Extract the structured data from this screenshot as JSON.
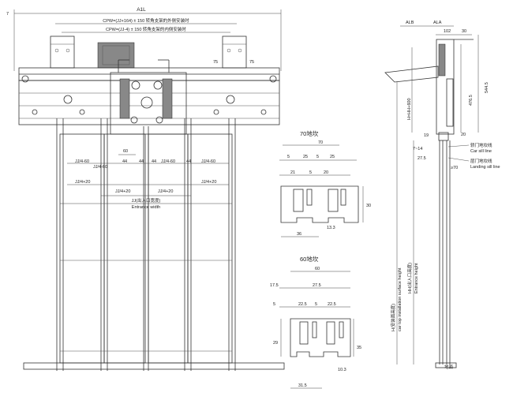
{
  "corner_mark": "7",
  "front_view": {
    "overall_dim": "A1L",
    "cpw_outer": "CPW=(JJ+164) ± 150 转角支架的外侧安装时",
    "cpw_inner": "CPW=(JJ-4) ± 150 转角支架的内侧安装时",
    "dim_75a": "75",
    "dim_75b": "75",
    "dim_60": "60",
    "dim_44a": "44",
    "dim_44b": "44",
    "dim_44c": "44",
    "dim_44d": "44",
    "seg_left1": "JJ/4-60",
    "seg_left2": "JJ/4-60",
    "seg_right1": "JJ/4-60",
    "seg_right2": "JJ/4-60",
    "plus_1": "JJ/4+20",
    "plus_2": "JJ/4+20",
    "plus_3": "JJ/4+20",
    "plus_4": "JJ/4+20",
    "entrance_cn": "JJ(出入口宽度)",
    "entrance_en": "Entrance width"
  },
  "sill70": {
    "title": "70地坎",
    "d70": "70",
    "d5a": "5",
    "d25a": "25",
    "d5b": "5",
    "d25b": "25",
    "d21": "21",
    "d5c": "5",
    "d20": "20",
    "d30": "30",
    "d13_3": "13.3",
    "d36": "36"
  },
  "sill60": {
    "title": "60地坎",
    "d60": "60",
    "d17_5": "17.5",
    "d27_5": "27.5",
    "d5a": "5",
    "d22_5a": "22.5",
    "d5b": "5",
    "d22_5b": "22.5",
    "d29": "29",
    "d35": "35",
    "d10_3": "10.3",
    "d31_5": "31.5"
  },
  "side_view": {
    "alb": "ALB",
    "ala": "ALA",
    "d102": "102",
    "d30": "30",
    "d476_5": "476.5",
    "d544_5": "544.5",
    "hh": "H=HH+600",
    "d19": "19",
    "d7_14": "7~14",
    "d27_5": "27.5",
    "d_ge70": "≥70",
    "d20": "20",
    "car_sill_cn": "轿门地坎线",
    "car_sill_en": "Car sill line",
    "landing_sill_cn": "层门地坎线",
    "landing_sill_en": "Landing sill line",
    "h_cn": "H(安装面高度)",
    "h_en": "car top installation surface height",
    "hh_cn": "HH(出入口高度)",
    "hh_en": "Entrance height",
    "floor_mark": "地面"
  }
}
